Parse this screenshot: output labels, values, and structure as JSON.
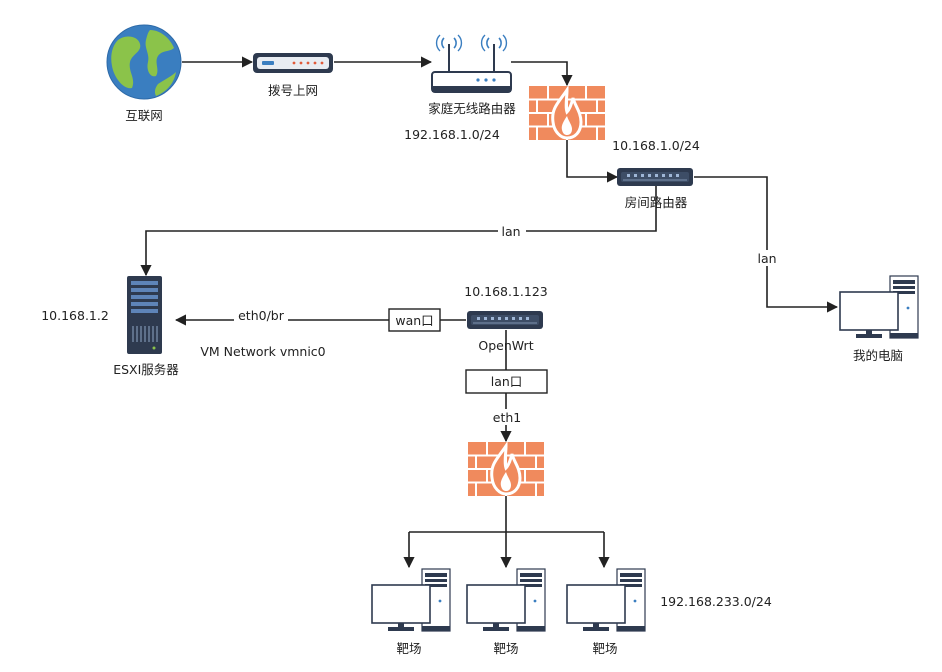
{
  "nodes": {
    "internet": "互联网",
    "dialup": "拨号上网",
    "home_router": "家庭无线路由器",
    "home_subnet": "192.168.1.0/24",
    "room_router": "房间路由器",
    "room_subnet": "10.168.1.0/24",
    "esxi": "ESXI服务器",
    "esxi_ip": "10.168.1.2",
    "vm_network": "VM Network vmnic0",
    "openwrt": "OpenWrt",
    "openwrt_ip": "10.168.1.123",
    "my_pc": "我的电脑",
    "range_subnet": "192.168.233.0/24",
    "targets": [
      "靶场",
      "靶场",
      "靶场"
    ]
  },
  "edges": {
    "lan_esxi": "lan",
    "lan_pc": "lan",
    "eth0_br": "eth0/br",
    "wan_port": "wan口",
    "lan_port": "lan口",
    "eth1": "eth1"
  },
  "colors": {
    "line": "#222222",
    "firewall_brick": "#f08a5d",
    "firewall_flame": "#ffffff",
    "device_dark": "#2e3a4f",
    "globe_water": "#3a7ec0",
    "globe_land": "#8bc34a"
  },
  "icons": {
    "internet": "globe-icon",
    "dialup": "modem-icon",
    "home_router": "wifi-router-icon",
    "firewall": "firewall-icon",
    "switch": "switch-icon",
    "server": "server-rack-icon",
    "pc": "desktop-pc-icon"
  }
}
